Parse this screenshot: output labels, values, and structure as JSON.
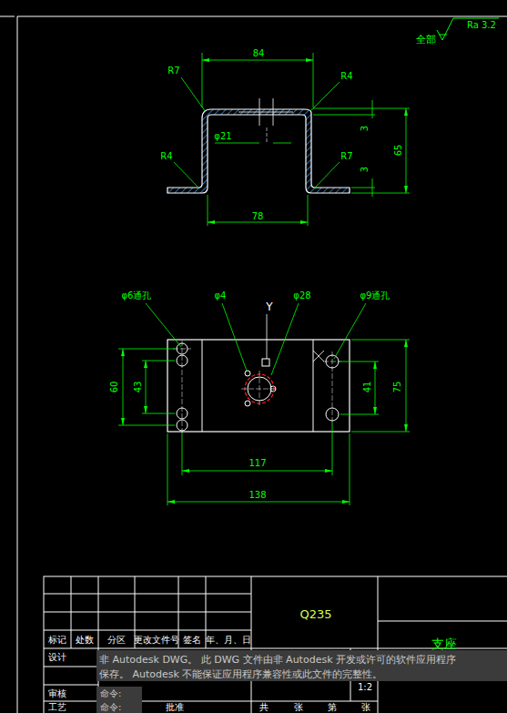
{
  "diagram": {
    "labels": [
      "全部",
      "Ra 3.2",
      "R7",
      "84",
      "R4",
      "φ21",
      "3",
      "3",
      "65",
      "R4",
      "R7",
      "78",
      "φ6通孔",
      "φ4",
      "φ28",
      "φ9通孔",
      "Y",
      "60",
      "43",
      "41",
      "75",
      "117",
      "138",
      "Q235",
      "支座",
      "标记",
      "处数",
      "分区",
      "更改文件号",
      "签名",
      "年、月、日",
      "设计",
      "审核",
      "工艺",
      "批准",
      "命令:",
      "命令:",
      "1:2",
      "共",
      "张",
      "第",
      "张",
      "非 Autodesk DWG。 此 DWG 文件由非 Autodesk 开发或许可的软件应用程序",
      "保存。 Autodesk 不能保证应用程序兼容性或此文件的完整性。"
    ]
  }
}
